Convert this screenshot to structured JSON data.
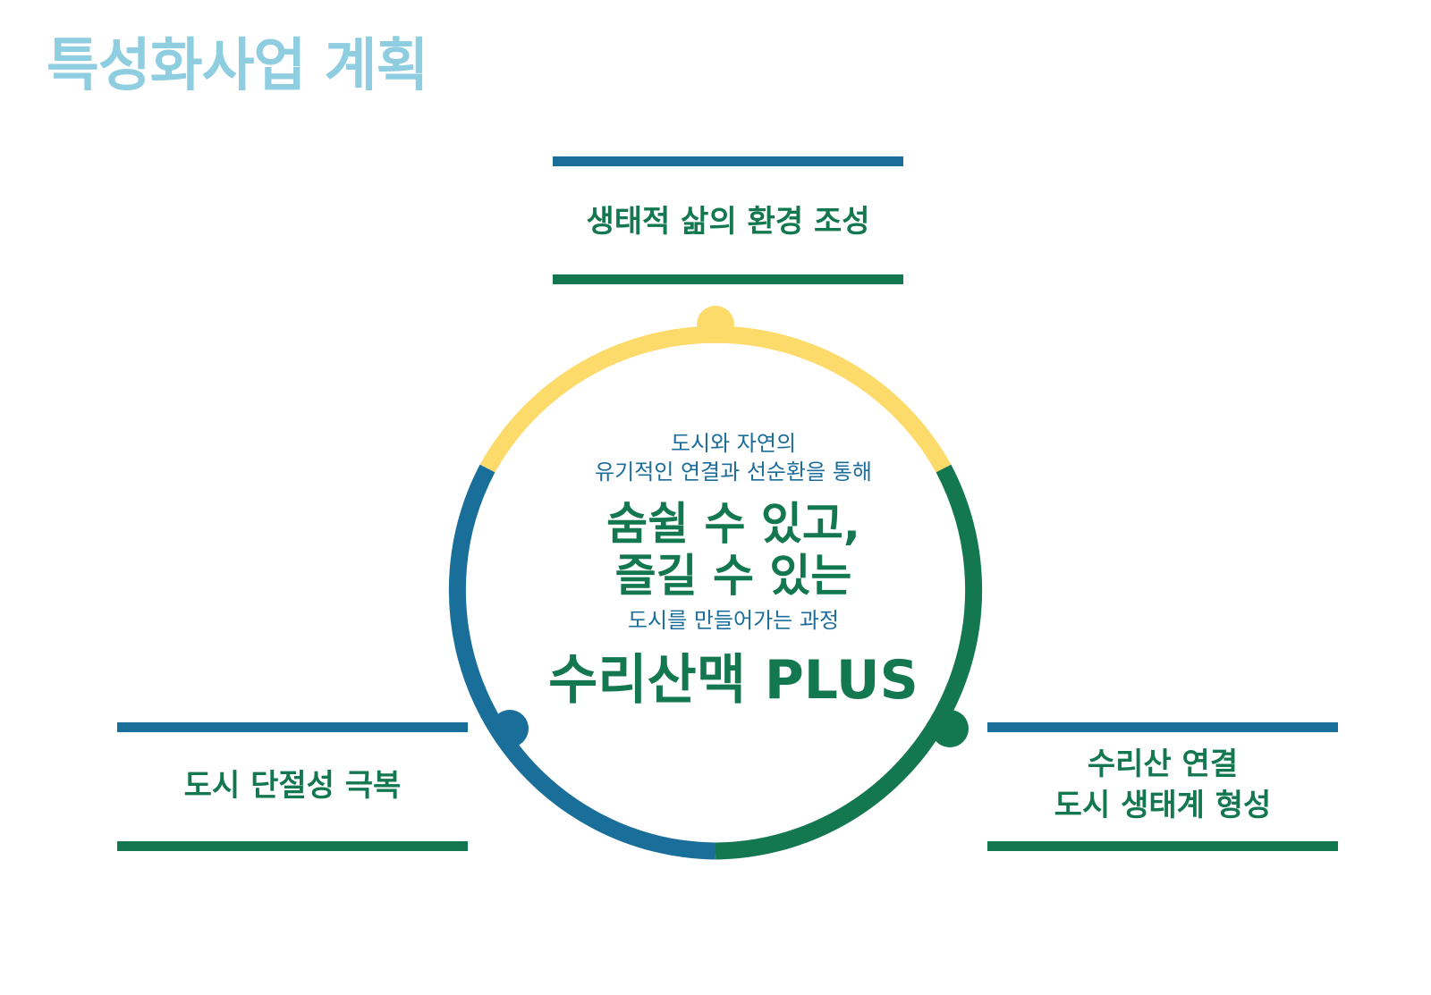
{
  "title": "특성화사업 계획",
  "colors": {
    "title": "#8fcde0",
    "blue": "#1a6f9a",
    "green": "#13784f",
    "yellow": "#fddb6a"
  },
  "boxes": {
    "top": {
      "label": "생태적 삶의 환경 조성"
    },
    "left": {
      "label": "도시 단절성 극복"
    },
    "right": {
      "line1": "수리산 연결",
      "line2": "도시 생태계 형성"
    }
  },
  "center": {
    "line1": "도시와 자연의",
    "line2": "유기적인 연결과 선순환을 통해",
    "highlight1": "숨쉴 수 있고,",
    "highlight2": "즐길 수 있는",
    "line3": "도시를 만들어가는 과정",
    "brand": "수리산맥 PLUS"
  }
}
